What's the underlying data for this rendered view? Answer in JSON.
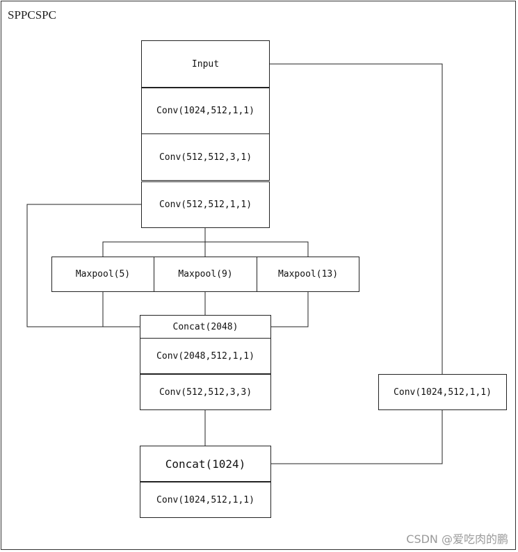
{
  "title": "SPPCSPC",
  "blocks": {
    "input": "Input",
    "conv1": "Conv(1024,512,1,1)",
    "conv2": "Conv(512,512,3,1)",
    "conv3": "Conv(512,512,1,1)",
    "maxpool5": "Maxpool(5)",
    "maxpool9": "Maxpool(9)",
    "maxpool13": "Maxpool(13)",
    "concat2048": "Concat(2048)",
    "conv4": "Conv(2048,512,1,1)",
    "conv5": "Conv(512,512,3,3)",
    "conv_side": "Conv(1024,512,1,1)",
    "concat1024": "Concat(1024)",
    "conv_out": "Conv(1024,512,1,1)"
  },
  "watermark": "CSDN @爱吃肉的鹏"
}
